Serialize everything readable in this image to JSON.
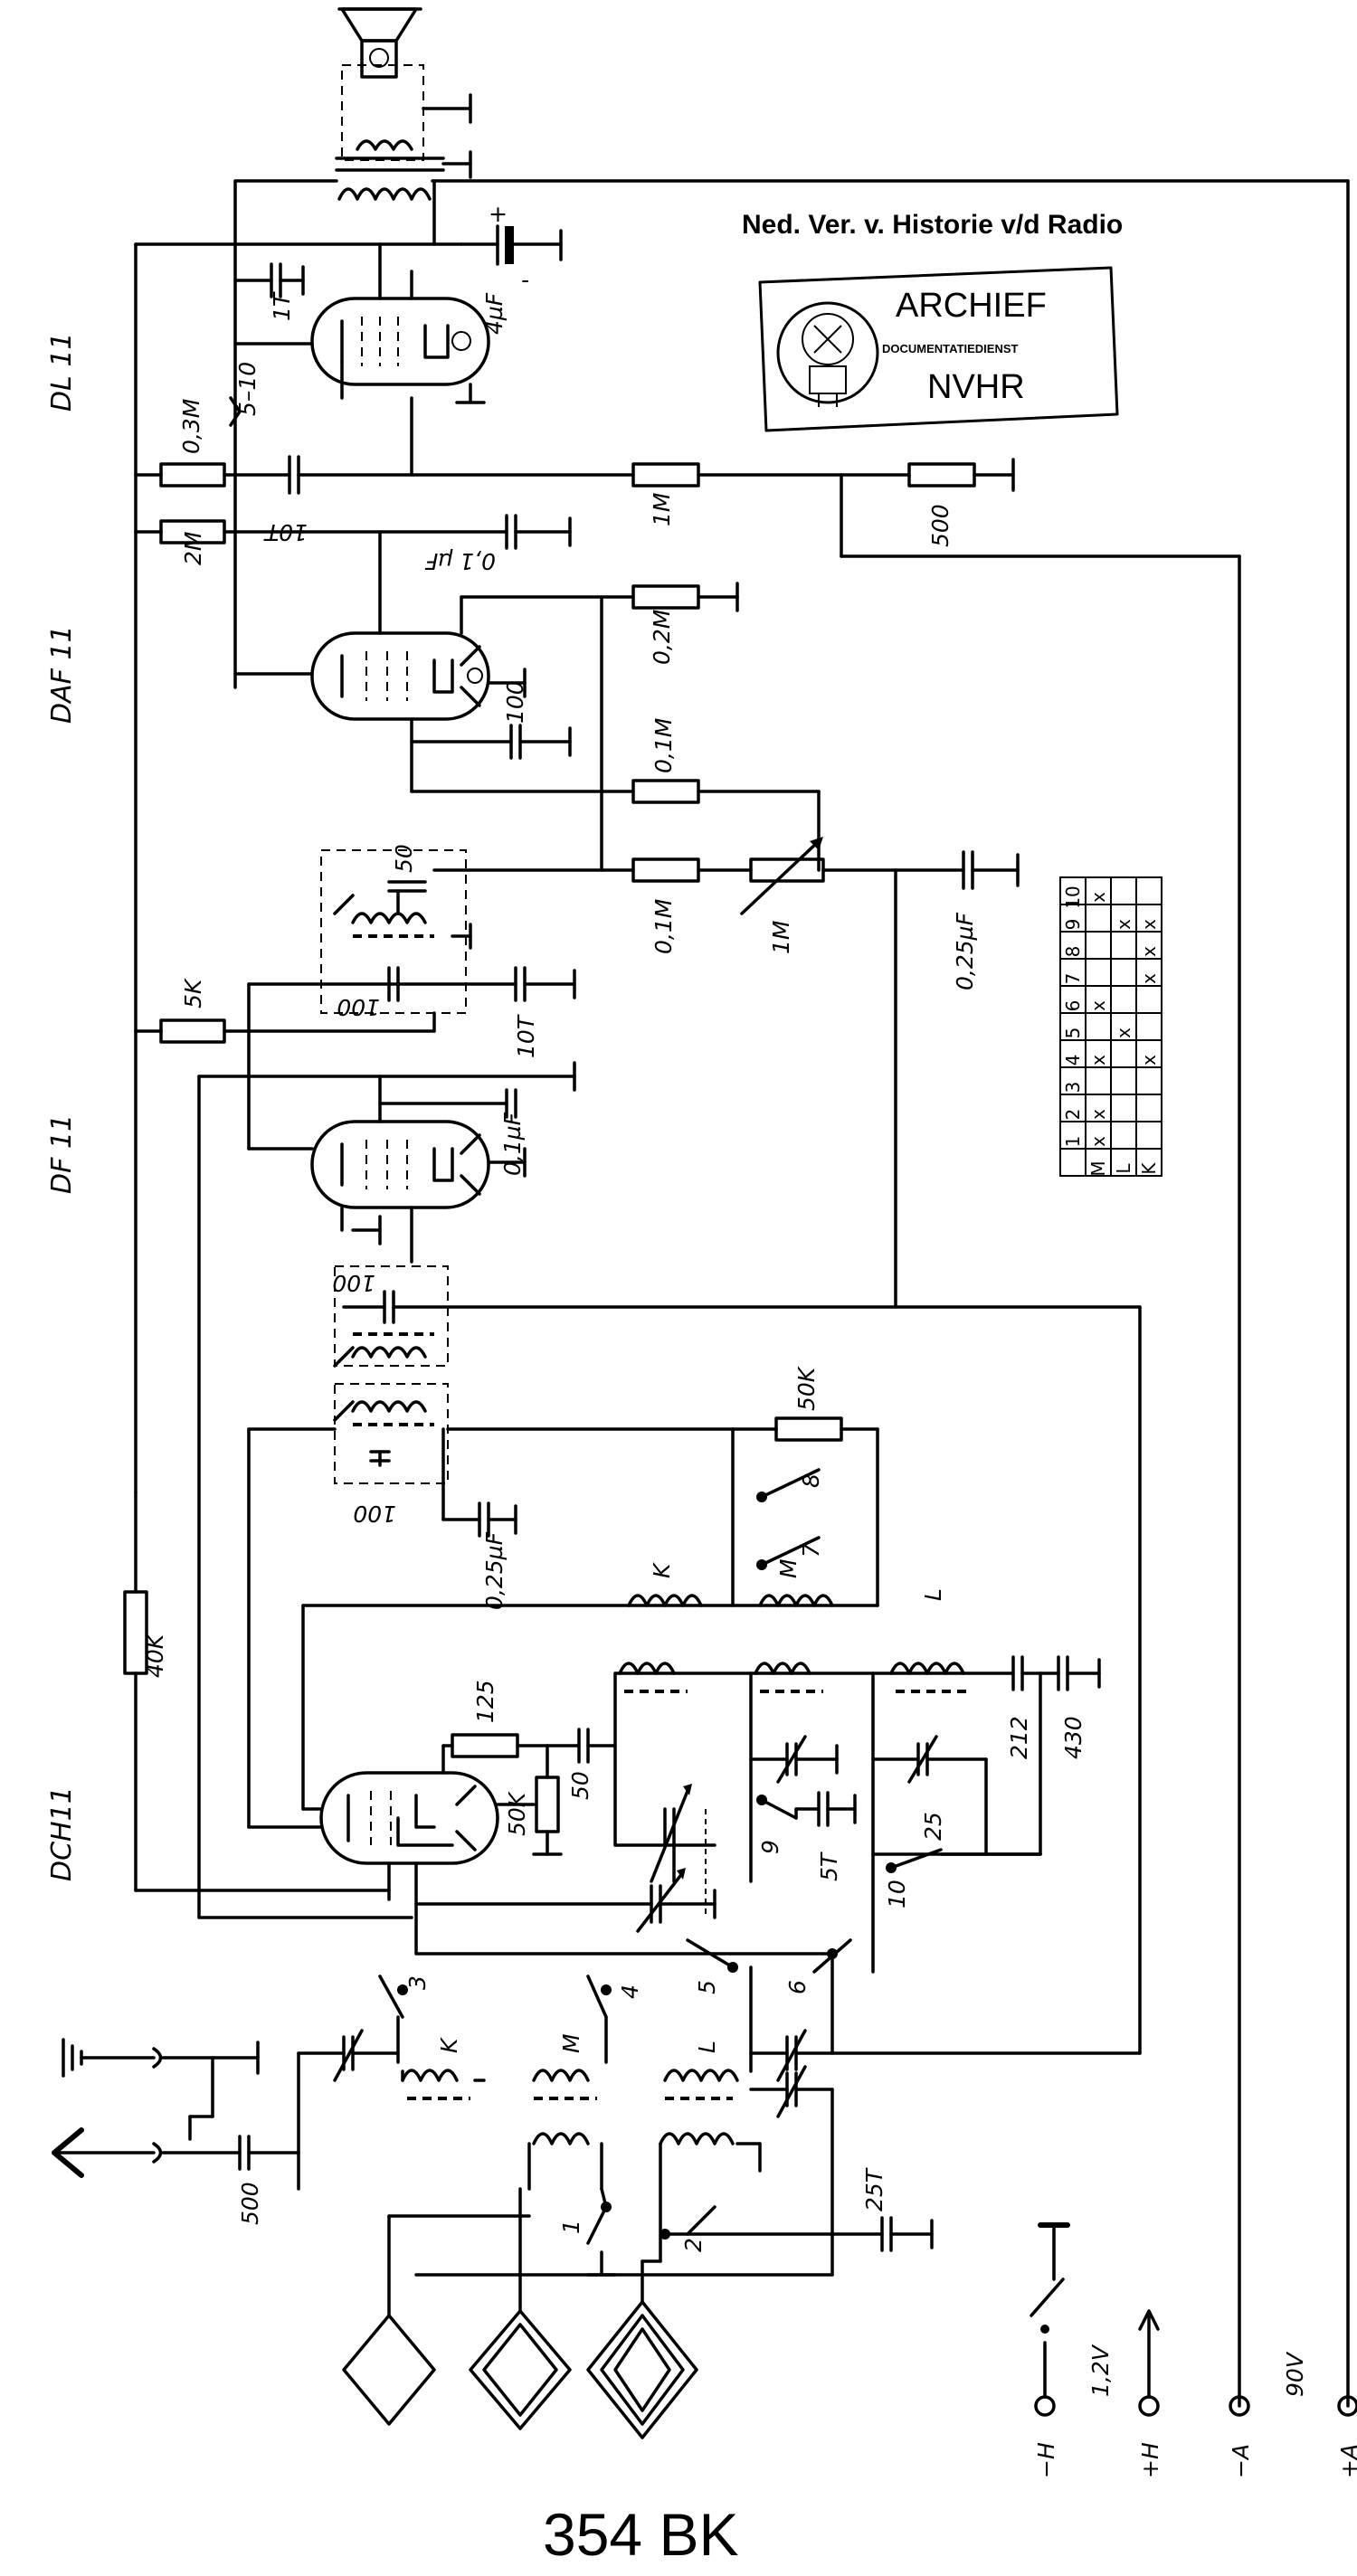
{
  "header": {
    "archive_line": "Ned. Ver. v. Historie v/d Radio"
  },
  "stamp": {
    "title": "ARCHIEF",
    "subtitle": "DOCUMENTATIEDIENST",
    "org": "NVHR"
  },
  "model_number": "354 BK",
  "tubes": [
    "DL 11",
    "DAF 11",
    "DF 11",
    "DCH11"
  ],
  "components": {
    "r_03M": "0,3M",
    "r_2M": "2M",
    "r_5K": "5K",
    "r_40K": "40K",
    "r_1M": "1M",
    "r_500": "500",
    "r_02M": "0,2M",
    "r_01M_a": "0,1M",
    "r_01M_b": "0,1M",
    "pot_1M": "1M",
    "r_50K_a": "50K",
    "r_125": "125",
    "r_50K_b": "50K",
    "c_1T": "1T",
    "c_4uF": "4µF",
    "c_10T_a": "10T",
    "c_01uF_a": "0,1 µF",
    "c_100_a": "100",
    "c_50_if": "50",
    "c_100_b": "100",
    "c_10T_b": "10T",
    "c_01uF_b": "0,1µF",
    "c_025uF_a": "0,25µF",
    "c_100_c": "100",
    "c_100_d": "100",
    "c_025uF_b": "0,25µF",
    "c_50_osc": "50",
    "c_25": "25",
    "c_212": "212",
    "c_430": "430",
    "c_5T": "5T",
    "c_25T": "25T",
    "c_500": "500",
    "range_5_10": "5–10",
    "polarity_plus": "+",
    "polarity_minus": "-"
  },
  "coils": {
    "osc_K": "K",
    "osc_M": "M",
    "osc_L": "L",
    "ant_K": "K",
    "ant_M": "M",
    "ant_L": "L"
  },
  "switches": [
    "1",
    "2",
    "3",
    "4",
    "5",
    "6",
    "7",
    "8",
    "9",
    "10"
  ],
  "supply": {
    "minus_H": "−H",
    "plus_H": "+H",
    "minus_A": "−A",
    "plus_A": "+A",
    "v_12": "1,2V",
    "v_90": "90V"
  },
  "switch_table": {
    "header": [
      "",
      "1",
      "2",
      "3",
      "4",
      "5",
      "6",
      "7",
      "8",
      "9",
      "10"
    ],
    "rows": [
      [
        "M",
        "x",
        "x",
        "",
        "x",
        "",
        "x",
        "",
        "",
        "",
        "x"
      ],
      [
        "L",
        "",
        "",
        "",
        "",
        "x",
        "",
        "",
        "",
        "x",
        ""
      ],
      [
        "K",
        "",
        "",
        "",
        "x",
        "",
        "",
        "x",
        "x",
        "x",
        ""
      ]
    ]
  }
}
